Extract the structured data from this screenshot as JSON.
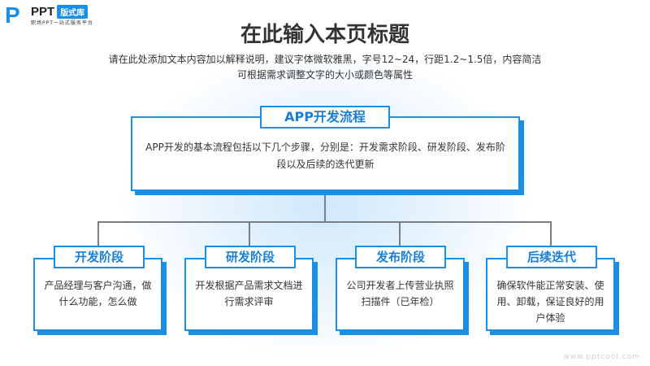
{
  "logo": {
    "mark": "P",
    "name": "PPT",
    "tag": "版式库",
    "slogan": "职场PPT一站式服务平台"
  },
  "title": "在此输入本页标题",
  "subtitle": [
    "请在此处添加文本内容加以解释说明，建议字体微软雅黑，字号12~24，行距1.2~1.5倍，内容简洁",
    "可根据需求调整文字的大小或颜色等属性"
  ],
  "main": {
    "heading": "APP开发流程",
    "text": "APP开发的基本流程包括以下几个步骤，分别是：开发需求阶段、研发阶段、发布阶段以及后续的迭代更新"
  },
  "stages": [
    {
      "title": "开发阶段",
      "text": "产品经理与客户沟通，做什么功能，怎么做"
    },
    {
      "title": "研发阶段",
      "text": "开发根据产品需求文档进行需求评审"
    },
    {
      "title": "发布阶段",
      "text": "公司开发者上传营业执照扫描件（已年检）"
    },
    {
      "title": "后续迭代",
      "text": "确保软件能正常安装、使用、卸载，保证良好的用户体验"
    }
  ],
  "watermark": "www.pptcool.com"
}
